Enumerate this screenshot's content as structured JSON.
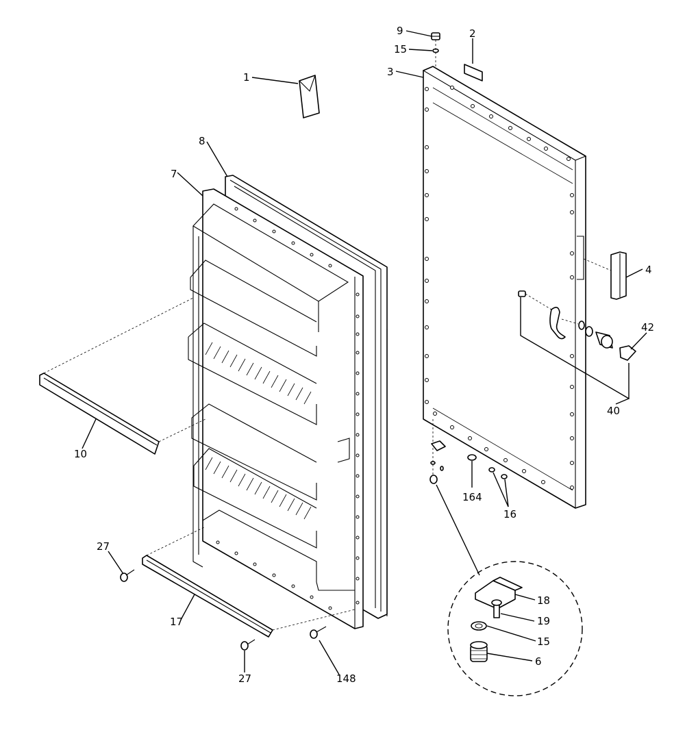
{
  "callouts": {
    "c1": "1",
    "c2": "2",
    "c3": "3",
    "c4": "4",
    "c6": "6",
    "c7": "7",
    "c8": "8",
    "c9": "9",
    "c10": "10",
    "c15a": "15",
    "c15b": "15",
    "c16": "16",
    "c17": "17",
    "c18": "18",
    "c19": "19",
    "c27a": "27",
    "c27b": "27",
    "c40": "40",
    "c42": "42",
    "c148": "148",
    "c164": "164"
  },
  "colors": {
    "ink": "#000000",
    "paper": "#ffffff"
  }
}
